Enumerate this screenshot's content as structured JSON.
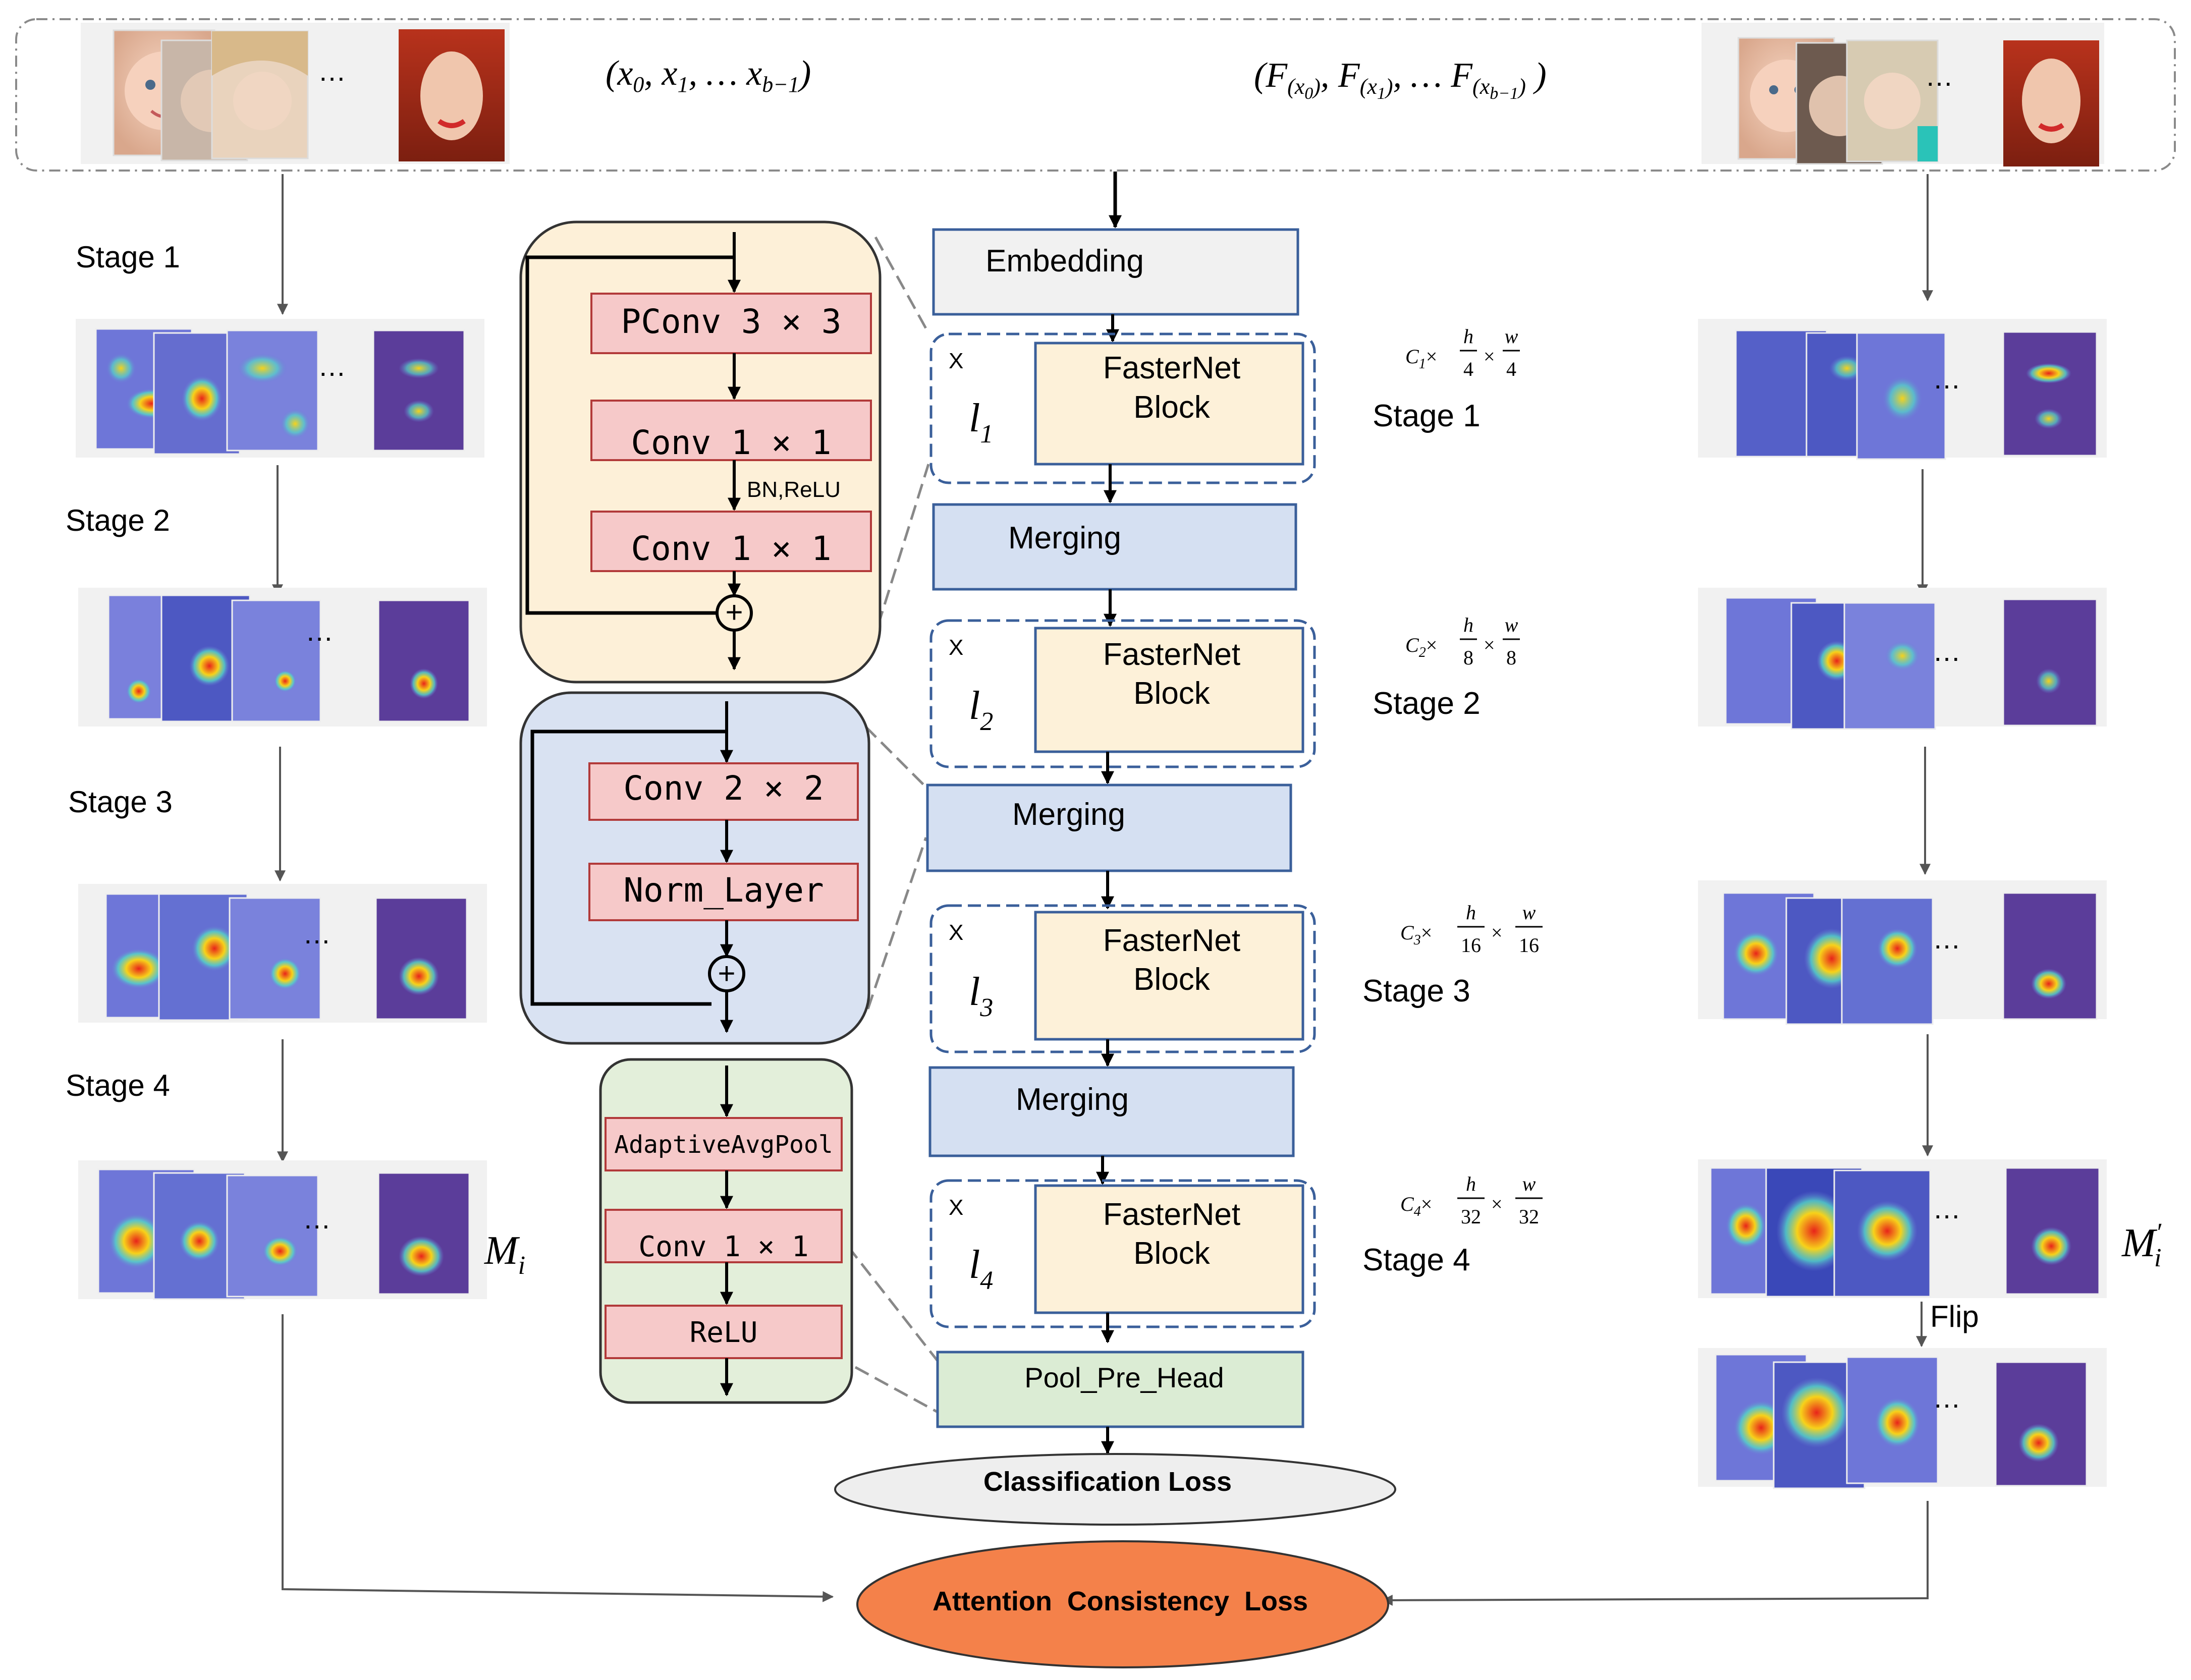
{
  "input_row": {
    "input_formula": "(x₀, x₁, … xᵦ₋₁)",
    "input_formula_parts": [
      "(",
      "x",
      "0",
      ", ",
      "x",
      "1",
      ", … ",
      "x",
      "b−1",
      ")"
    ],
    "flipped_formula_parts": [
      "(",
      "F",
      "(x",
      "0",
      ")",
      ", ",
      "F",
      "(x",
      "1",
      ")",
      ", … ",
      "F",
      "(x",
      "b−1",
      ")",
      " )"
    ],
    "ellipsis": "…"
  },
  "left_column": {
    "stages": [
      "Stage 1",
      "Stage 2",
      "Stage 3",
      "Stage 4"
    ],
    "output_label": "M",
    "output_subscript": "i"
  },
  "right_column": {
    "output_label": "M",
    "output_subscript": "i",
    "output_prime": "′",
    "flip_label": "Flip"
  },
  "pconv_detail": {
    "boxes": [
      "PConv 3 × 3",
      "Conv 1 × 1",
      "Conv 1 × 1"
    ],
    "between_label": "BN,ReLU",
    "add_symbol": "+"
  },
  "merging_detail": {
    "boxes": [
      "Conv 2 × 2",
      "Norm_Layer"
    ],
    "add_symbol": "+"
  },
  "head_detail": {
    "boxes": [
      "AdaptiveAvgPool",
      "Conv 1 × 1",
      "ReLU"
    ]
  },
  "backbone": {
    "embedding": "Embedding",
    "merging": "Merging",
    "pool_pre_head": "Pool_Pre_Head",
    "block_label_line1": "FasterNet",
    "block_label_line2": "Block",
    "repeat_mark": "X",
    "layer_letter": "l",
    "layer_indices": [
      "1",
      "2",
      "3",
      "4"
    ],
    "stage_labels": [
      "Stage 1",
      "Stage 2",
      "Stage 3",
      "Stage 4"
    ],
    "dims": [
      {
        "c": "C",
        "ci": "1",
        "times": "×",
        "h": "h",
        "w": "w",
        "den": "4"
      },
      {
        "c": "C",
        "ci": "2",
        "times": "×",
        "h": "h",
        "w": "w",
        "den": "8"
      },
      {
        "c": "C",
        "ci": "3",
        "times": "×",
        "h": "h",
        "w": "w",
        "den": "16"
      },
      {
        "c": "C",
        "ci": "4",
        "times": "×",
        "h": "h",
        "w": "w",
        "den": "32"
      }
    ]
  },
  "losses": {
    "classification": "Classification Loss",
    "attention_consistency": "Attention  Consistency  Loss"
  },
  "colors": {
    "pconv_bg": "#fdf0d8",
    "merging_bg": "#d9e2f2",
    "head_bg": "#e3efda",
    "pink_box": "#f6c9c9",
    "embedding_bg": "#f1f1f1",
    "merging_box": "#d5e0f2",
    "block_bg": "#fdf1d9",
    "pool_bg": "#dbecd4",
    "class_loss_bg": "#eeeeee",
    "attention_loss_bg": "#f4814a",
    "border_blue": "#3a5f9a",
    "heat_base": "#6e76d8"
  }
}
